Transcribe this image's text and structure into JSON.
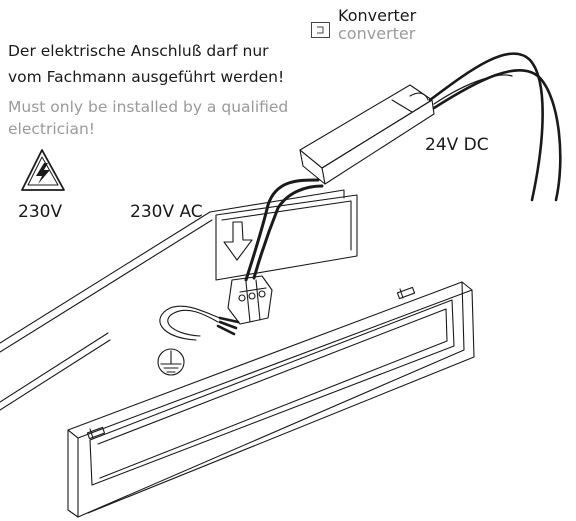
{
  "warning": {
    "de_line1": "Der elektrische Anschluß darf nur",
    "de_line2": "vom Fachmann ausgeführt werden!",
    "en_line1": "Must only be installed by a qualified",
    "en_line2": "electrician!"
  },
  "hazard_voltage": "230V",
  "ac_label": "230V AC",
  "dc_label": "24V DC",
  "legend": {
    "icon": "converter-symbol-icon",
    "de": "Konverter",
    "en": "converter"
  },
  "colors": {
    "line": "#1a1a1a",
    "secondary_text": "#9a9a9a"
  }
}
